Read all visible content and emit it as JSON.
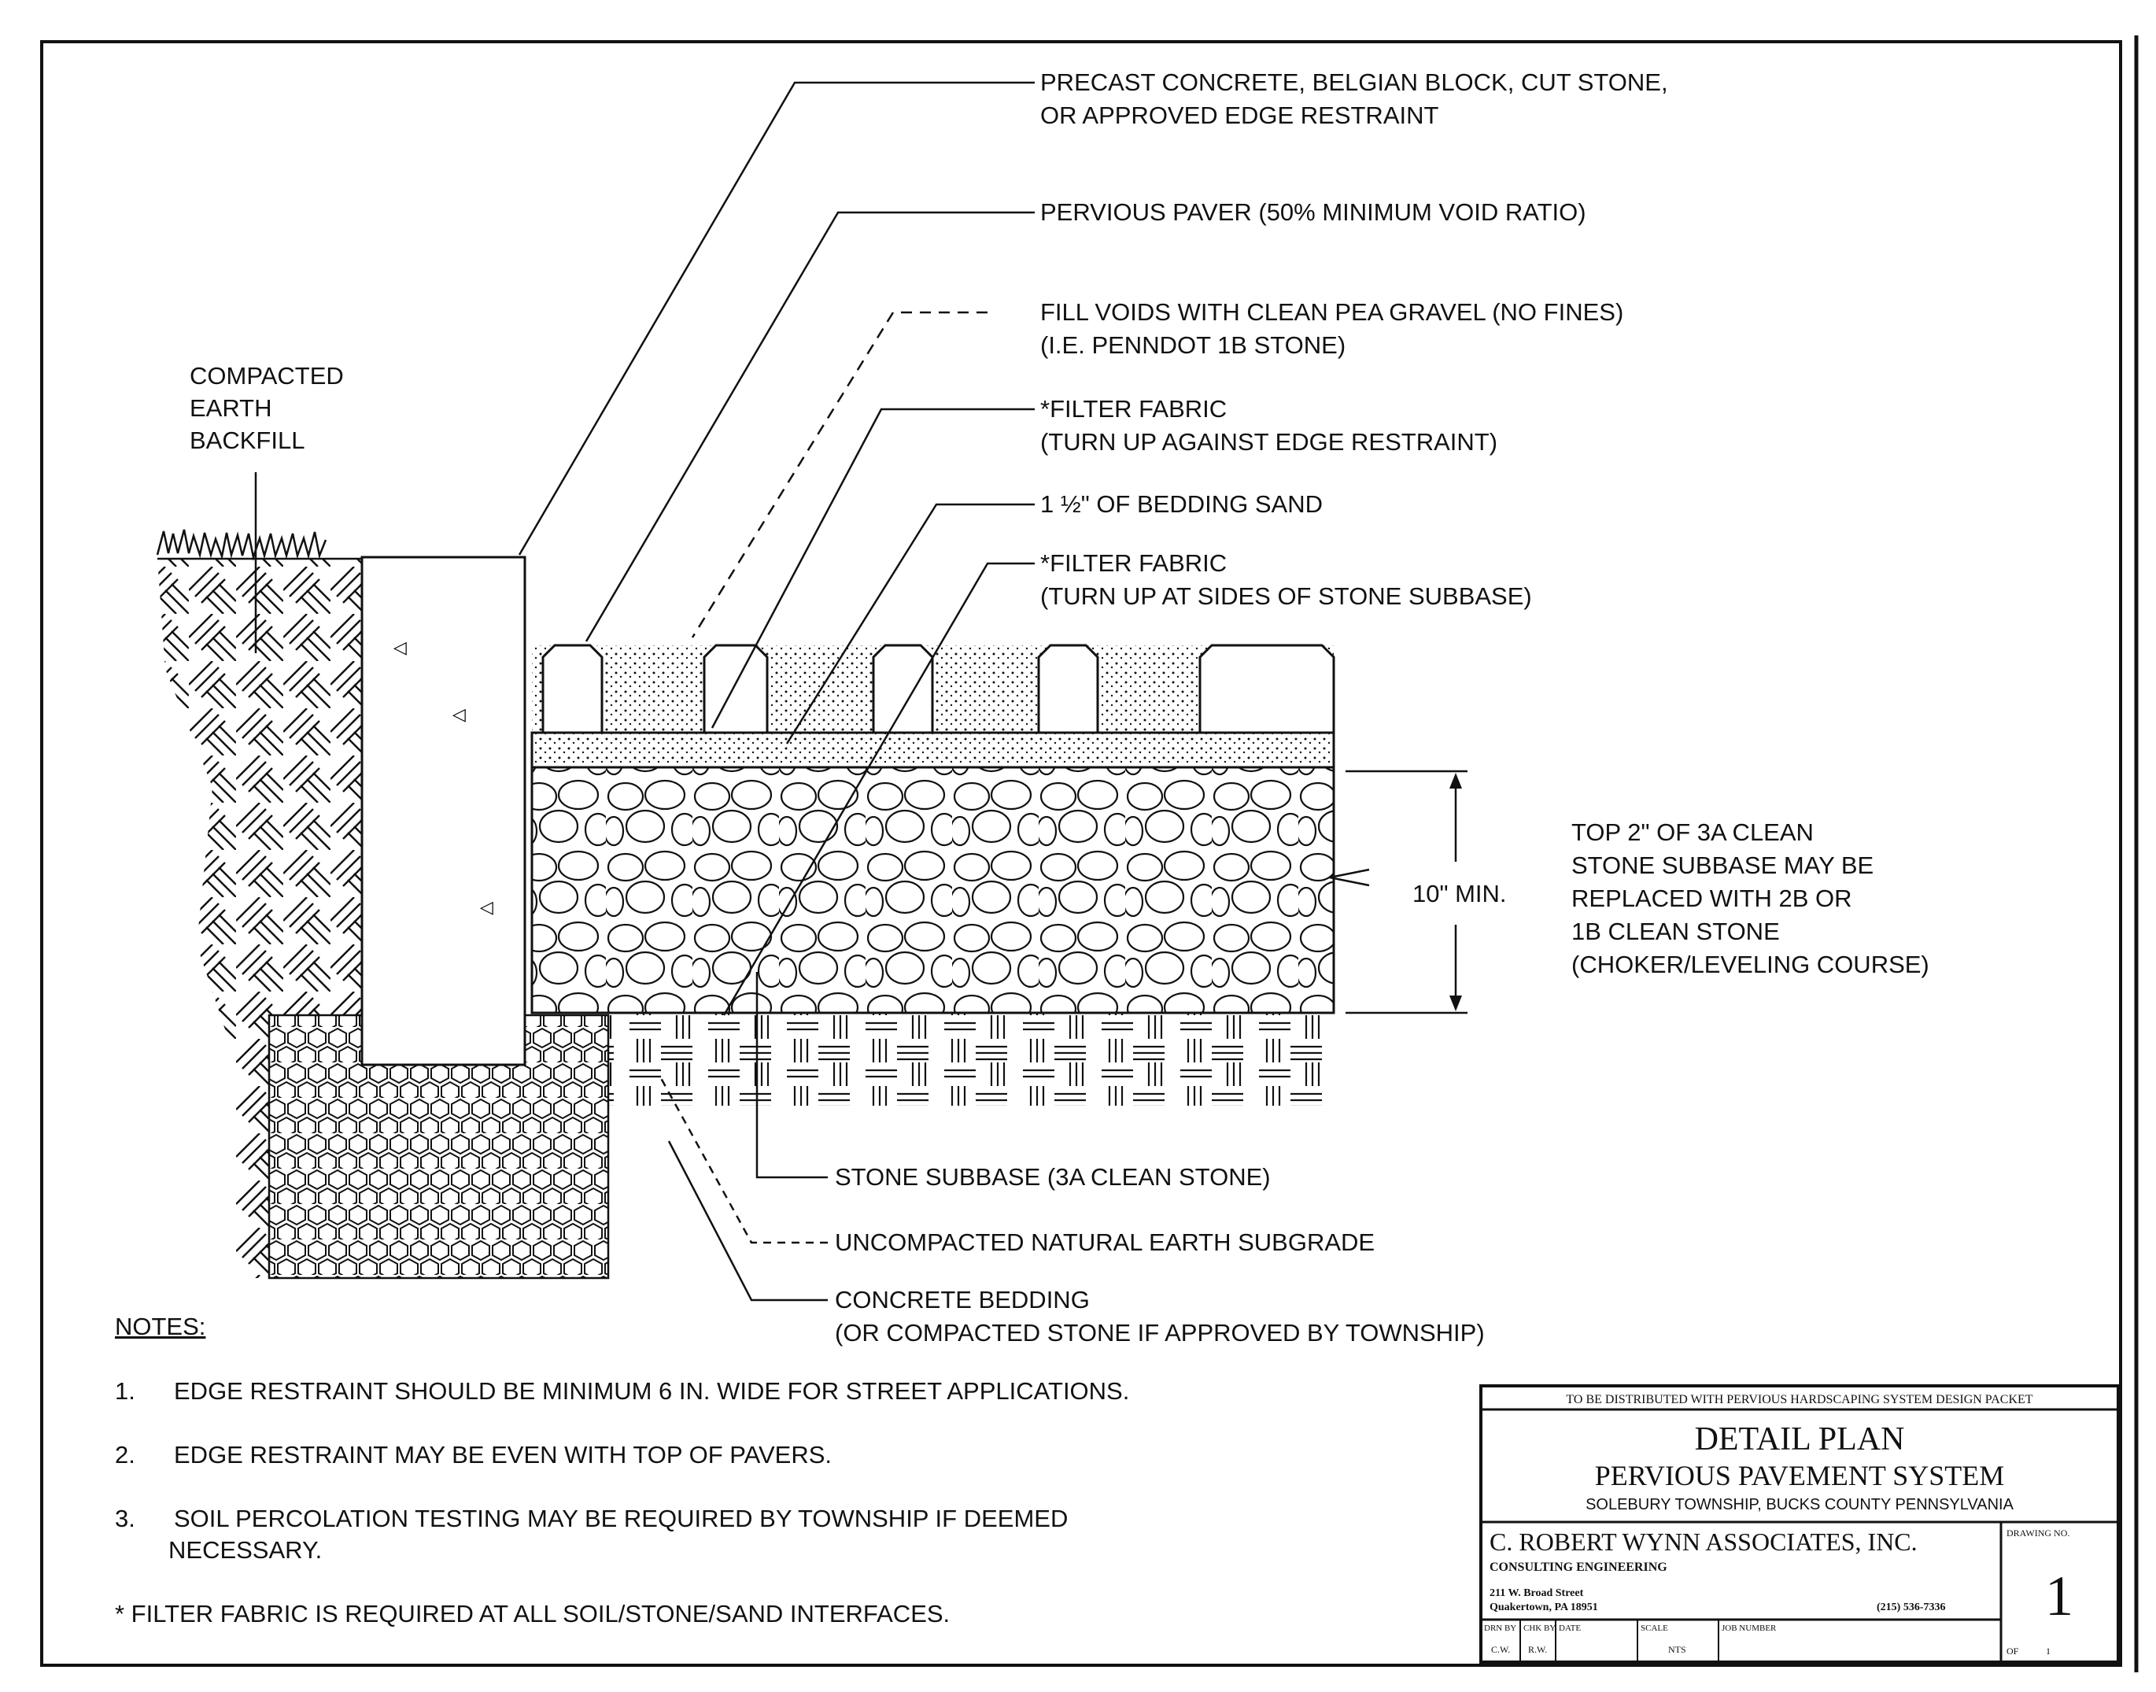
{
  "labels": {
    "edge_restraint": [
      "PRECAST CONCRETE, BELGIAN BLOCK, CUT STONE,",
      "OR APPROVED EDGE RESTRAINT"
    ],
    "paver": [
      "PERVIOUS PAVER (50% MINIMUM VOID RATIO)"
    ],
    "fill_voids": [
      "FILL VOIDS WITH CLEAN PEA GRAVEL (NO FINES)",
      "(I.E. PENNDOT 1B STONE)"
    ],
    "filter_fabric_1": [
      "*FILTER FABRIC",
      "(TURN UP AGAINST EDGE RESTRAINT)"
    ],
    "bedding_sand": [
      "1 ½\" OF BEDDING SAND"
    ],
    "filter_fabric_2": [
      "*FILTER FABRIC",
      "(TURN UP AT SIDES OF STONE SUBBASE)"
    ],
    "backfill": [
      "COMPACTED",
      "EARTH",
      "BACKFILL"
    ],
    "dimension": "10\" MIN.",
    "top_note": [
      "TOP 2\" OF 3A CLEAN",
      "STONE SUBBASE MAY BE",
      "REPLACED WITH 2B OR",
      "1B CLEAN STONE",
      "(CHOKER/LEVELING COURSE)"
    ],
    "stone_subbase": [
      "STONE SUBBASE (3A CLEAN STONE)"
    ],
    "subgrade": [
      "UNCOMPACTED NATURAL EARTH SUBGRADE"
    ],
    "concrete_bedding": [
      "CONCRETE BEDDING",
      "(OR COMPACTED STONE IF APPROVED BY TOWNSHIP)"
    ]
  },
  "notes": {
    "heading": "NOTES:",
    "items": [
      {
        "num": "1.",
        "lines": [
          "EDGE RESTRAINT SHOULD BE MINIMUM 6 IN. WIDE FOR STREET APPLICATIONS."
        ]
      },
      {
        "num": "2.",
        "lines": [
          "EDGE RESTRAINT MAY BE EVEN WITH TOP OF PAVERS."
        ]
      },
      {
        "num": "3.",
        "lines": [
          "SOIL PERCOLATION TESTING MAY BE REQUIRED BY TOWNSHIP IF DEEMED",
          "NECESSARY."
        ]
      }
    ],
    "footnote": "* FILTER FABRIC IS REQUIRED AT ALL SOIL/STONE/SAND INTERFACES."
  },
  "title_block": {
    "distribution": "TO BE DISTRIBUTED WITH PERVIOUS HARDSCAPING SYSTEM DESIGN PACKET",
    "title": "DETAIL PLAN",
    "subtitle": "PERVIOUS PAVEMENT SYSTEM",
    "location": "SOLEBURY TOWNSHIP, BUCKS COUNTY  PENNSYLVANIA",
    "firm": "C. ROBERT WYNN ASSOCIATES, INC.",
    "firm_type": "CONSULTING ENGINEERING",
    "address": [
      "211 W. Broad Street",
      "Quakertown, PA 18951"
    ],
    "phone": "(215) 536-7336",
    "drawing_no_label": "DRAWING NO.",
    "drawing_no": "1",
    "of_label": "OF",
    "of_value": "1",
    "fields": [
      {
        "label": "DRN BY",
        "value": "C.W."
      },
      {
        "label": "CHK BY",
        "value": "R.W."
      },
      {
        "label": "DATE",
        "value": ""
      },
      {
        "label": "SCALE",
        "value": "NTS"
      },
      {
        "label": "JOB NUMBER",
        "value": ""
      }
    ]
  }
}
